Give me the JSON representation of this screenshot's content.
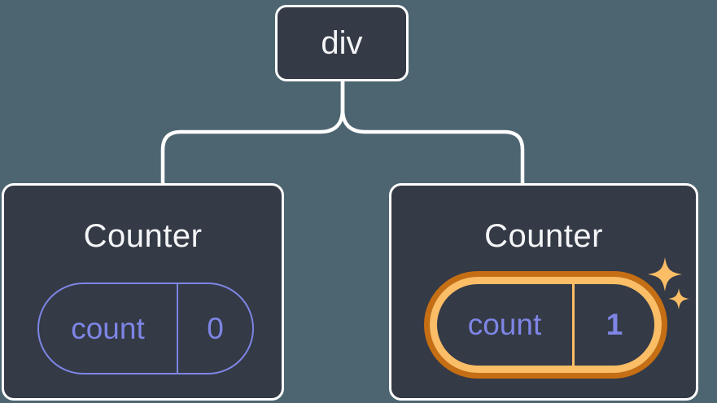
{
  "diagram": {
    "description": "React component tree with state preserved per position",
    "root": {
      "label": "div"
    },
    "children": [
      {
        "title": "Counter",
        "state": {
          "label": "count",
          "value": "0"
        },
        "highlighted": false
      },
      {
        "title": "Counter",
        "state": {
          "label": "count",
          "value": "1"
        },
        "highlighted": true
      }
    ]
  },
  "icons": {
    "sparkle_large": "four-pointed-star",
    "sparkle_small": "four-pointed-star"
  },
  "colors": {
    "page_background": "#4d6570",
    "card_fill": "#343a46",
    "card_border": "#ffffff",
    "connector": "#ffffff",
    "state_accent_purple": "#7e85e5",
    "highlight_ring_outer": "#c56e14",
    "highlight_ring_inner": "#fbbd66",
    "sparkle": "#fbbd66",
    "text_primary": "#f4f5f7"
  }
}
